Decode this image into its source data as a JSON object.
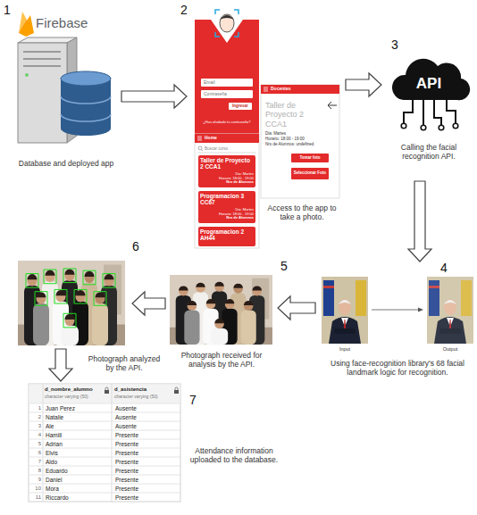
{
  "diagram": {
    "nodes": [
      {
        "text": [
          "Database and deployed app"
        ]
      },
      {
        "text": [
          "Access to the app to take a photo."
        ]
      },
      {
        "text": [
          "Calling the facial recognition API."
        ]
      },
      {
        "text": [
          "Using face-recognition library's 68 facial landmark logic for recognition."
        ]
      },
      {
        "text": [
          "Photograph received for analysis by the API."
        ]
      },
      {
        "text": [
          "Photograph analyzed by the API."
        ]
      },
      {
        "text": [
          "Attendance information uploaded to the database."
        ]
      }
    ],
    "edges": [
      {
        "from": 0,
        "to": 1,
        "arrow": "to"
      },
      {
        "from": 1,
        "to": 2,
        "arrow": "to"
      },
      {
        "from": 2,
        "to": 3,
        "arrow": "to"
      },
      {
        "from": 3,
        "to": 4,
        "arrow": "to"
      },
      {
        "from": 4,
        "to": 5,
        "arrow": "to"
      },
      {
        "from": 5,
        "to": 6,
        "arrow": "to"
      }
    ],
    "labels": [
      "1",
      "Firebase",
      "2",
      "Email",
      "Contraseña",
      "Ingresar",
      "¿Has olvidado tu contraseña?",
      "Docentes",
      "Taller de Proyecto 2 CCA1",
      "Dia: Martes",
      "Horario: 18:00 - 19:00",
      "Nro de Alumnos: undefined",
      "Tomar foto",
      "Seleccionar Foto",
      "Home",
      "Buscar curso",
      "Taller de Proyecto 2 CCA1",
      "Dia: Martes",
      "Horario: 18:00 - 19:00",
      "Nro de Alumnos",
      "Programacion 3 CC67",
      "Dia: Martes",
      "Horario: 18:00 - 19:00",
      "Nro de Alumnos",
      "Programacion 2 AH44",
      "3",
      "API",
      "4",
      "Input",
      "Output",
      "5",
      "6",
      "7",
      "d_nombre_alumno",
      "character varying (50)",
      "d_asistencia",
      "character varying (50)",
      "1",
      "Juan Perez",
      "Ausente",
      "2",
      "Natalie",
      "Ausente",
      "3",
      "Ale",
      "Ausente",
      "4",
      "Hamill",
      "Presente",
      "5",
      "Adrian",
      "Presente",
      "6",
      "Elvis",
      "Presente",
      "7",
      "Aldo",
      "Presente",
      "8",
      "Eduardo",
      "Presente",
      "9",
      "Daniel",
      "Presente",
      "10",
      "Mora",
      "Presente",
      "11",
      "Riccardo",
      "Presente"
    ]
  }
}
